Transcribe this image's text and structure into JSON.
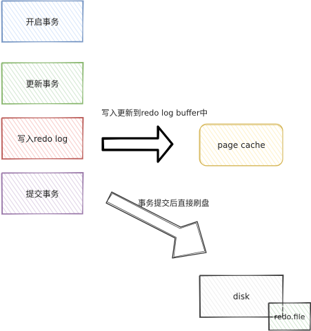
{
  "steps": [
    {
      "label": "开启事务",
      "color": "#6c8ebf",
      "fill": "#dae8fc"
    },
    {
      "label": "更新事务",
      "color": "#82b366",
      "fill": "#d5e8d4"
    },
    {
      "label": "写入redo log",
      "color": "#b85450",
      "fill": "#f8cecc"
    },
    {
      "label": "提交事务",
      "color": "#9673a6",
      "fill": "#e1d5e7"
    }
  ],
  "page_cache": {
    "label": "page cache",
    "color": "#d6b656",
    "fill": "#fff2cc"
  },
  "disk": {
    "label": "disk",
    "color": "#333333",
    "fill": "#f5f5f5"
  },
  "redo_file": {
    "label": "redo.file",
    "color": "#333333",
    "fill": "#d5e8d4"
  },
  "arrows": {
    "write_label": "写入更新到redo log buffer中",
    "commit_label": "事务提交后直接刷盘"
  }
}
